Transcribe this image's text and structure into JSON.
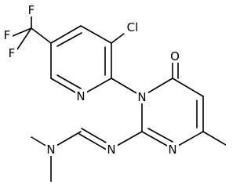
{
  "molecule": {
    "atoms": {
      "f_top": "F",
      "f_left": "F",
      "f_bottom": "F",
      "cl": "Cl",
      "n_pyridine": "N",
      "o_carbonyl": "O",
      "n1_pyrimidine": "N",
      "n3_pyrimidine": "N",
      "n_imine": "N",
      "n_dimethyl": "N"
    }
  },
  "colors": {
    "bond": "#000000",
    "label": "#000000",
    "background": "#ffffff"
  }
}
